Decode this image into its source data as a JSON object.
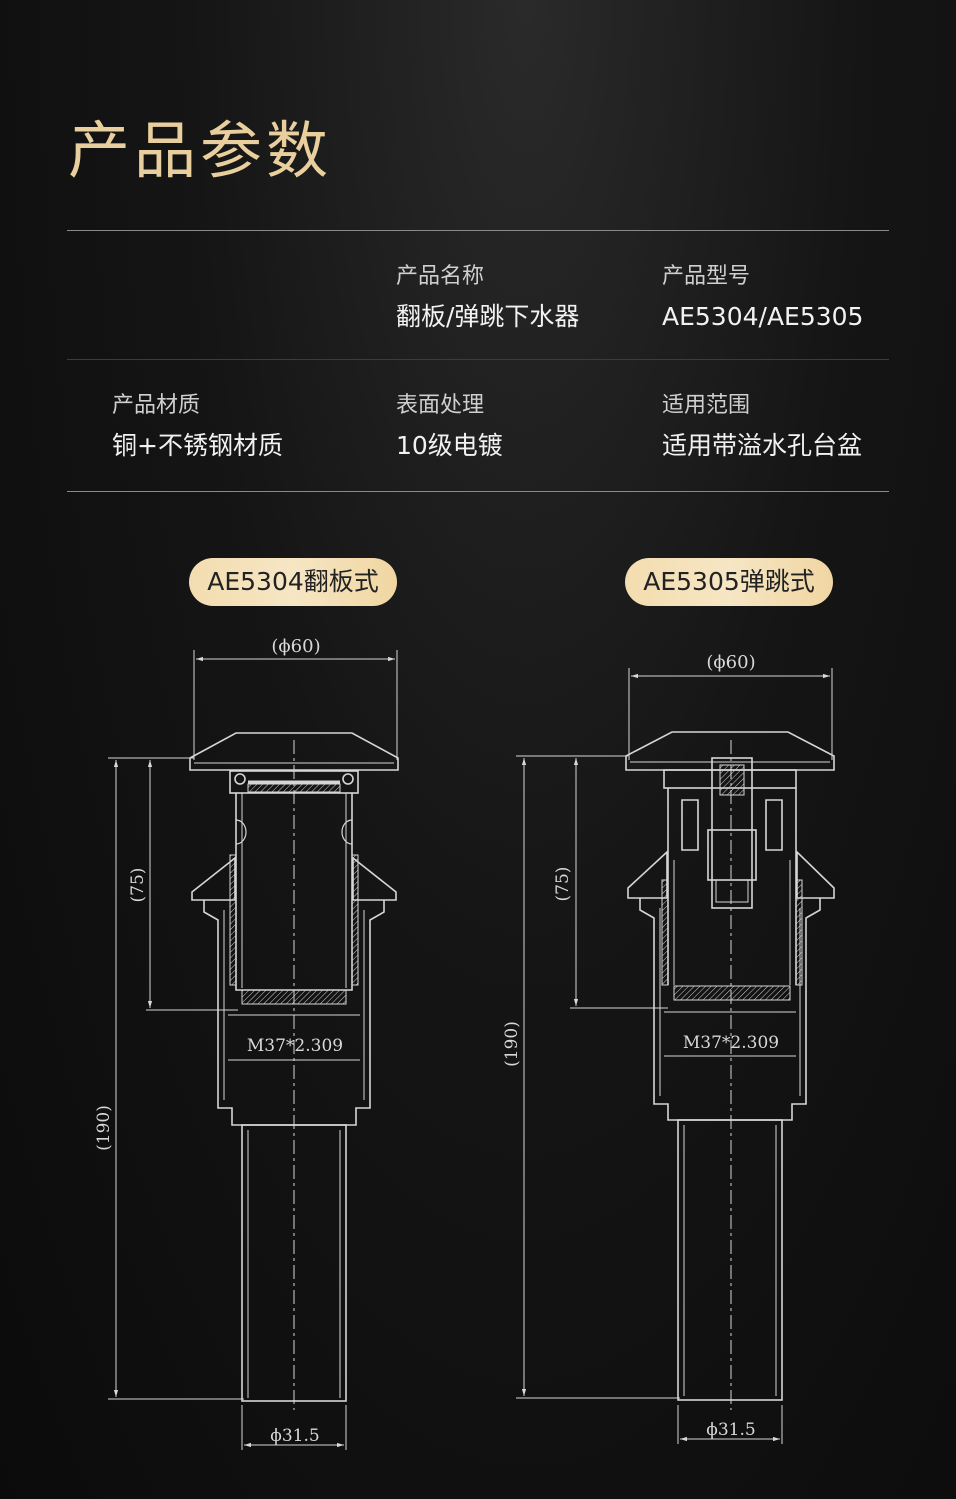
{
  "page": {
    "title": "产品参数"
  },
  "specs": {
    "name_label": "产品名称",
    "name_value": "翻板/弹跳下水器",
    "model_label": "产品型号",
    "model_value": "AE5304/AE5305",
    "material_label": "产品材质",
    "material_value": "铜+不锈钢材质",
    "surface_label": "表面处理",
    "surface_value": "10级电镀",
    "scope_label": "适用范围",
    "scope_value": "适用带溢水孔台盆"
  },
  "variants": {
    "left_label": "AE5304翻板式",
    "right_label": "AE5305弹跳式"
  },
  "dims": {
    "left_top_width": "(ϕ60)",
    "left_height_75": "(75)",
    "left_height_190": "(190)",
    "left_thread": "M37*2.309",
    "left_pipe_dia": "ϕ31.5",
    "right_top_width": "(ϕ60)",
    "right_height_75": "(75)",
    "right_height_190": "(190)",
    "right_thread": "M37*2.309",
    "right_pipe_dia": "ϕ31.5"
  }
}
